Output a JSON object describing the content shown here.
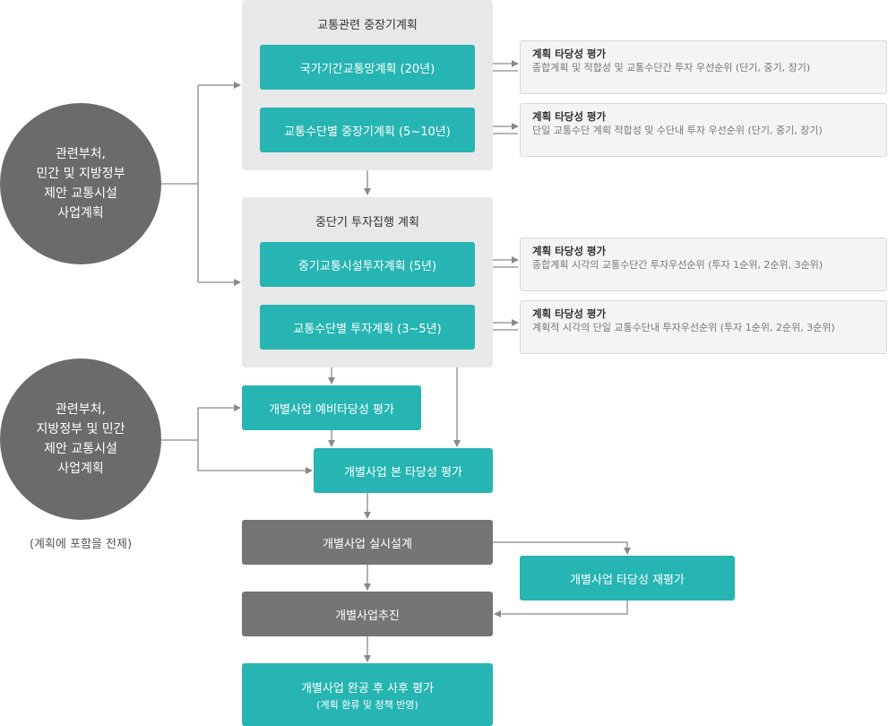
{
  "groups": {
    "mid_long": {
      "title": "교통관련 중장기계획"
    },
    "mid_short": {
      "title": "중단기 투자집행 계획"
    }
  },
  "boxes": {
    "national_plan": "국가기간교통망계획 (20년)",
    "mode_mid_long": "교통수단별 중장기계획 (5~10년)",
    "mid_invest": "중기교통시설투자계획 (5년)",
    "mode_invest": "교통수단별 투자계획 (3~5년)",
    "pre_feasibility": "개별사업 예비타당성 평가",
    "main_feasibility": "개별사업 본 타당성 평가",
    "design": "개별사업 실시설계",
    "re_eval": "개별사업 타당성 재평가",
    "execution": "개별사업추진",
    "post_eval": "개별사업 완공 후 사후 평가",
    "post_eval_sub": "(계획 환류 및 정책 반영)"
  },
  "notes": [
    {
      "title": "계획 타당성 평가",
      "desc": "종합계획 및 적합성 및 교통수단간 투자 우선순위 (단기, 중기, 장기)"
    },
    {
      "title": "계획 타당성 평가",
      "desc": "단일 교통수단 계획 적합성 및 수단내 투자 우선순위 (단기, 중기, 장기)"
    },
    {
      "title": "계획 타당성 평가",
      "desc": "종합계획 시각의 교통수단간 투자우선순위 (투자 1순위, 2순위, 3순위)"
    },
    {
      "title": "계획 타당성 평가",
      "desc": "계획적 시각의 단일 교통수단내 투자우선순위 (투자 1순위, 2순위, 3순위)"
    }
  ],
  "circles": {
    "top": [
      "관련부처,",
      "민간 및 지방정부",
      "제안 교통시설",
      "사업계획"
    ],
    "bottom": [
      "관련부처,",
      "지방정부 및 민간",
      "제안 교통시설",
      "사업계획"
    ]
  },
  "footnote": "(계획에 포함을 전제)",
  "colors": {
    "teal": "#26b5b2",
    "gray_box": "#757575",
    "circle": "#6b6b6b",
    "panel": "#e8e8e8",
    "arrow": "#8a8a8a"
  }
}
